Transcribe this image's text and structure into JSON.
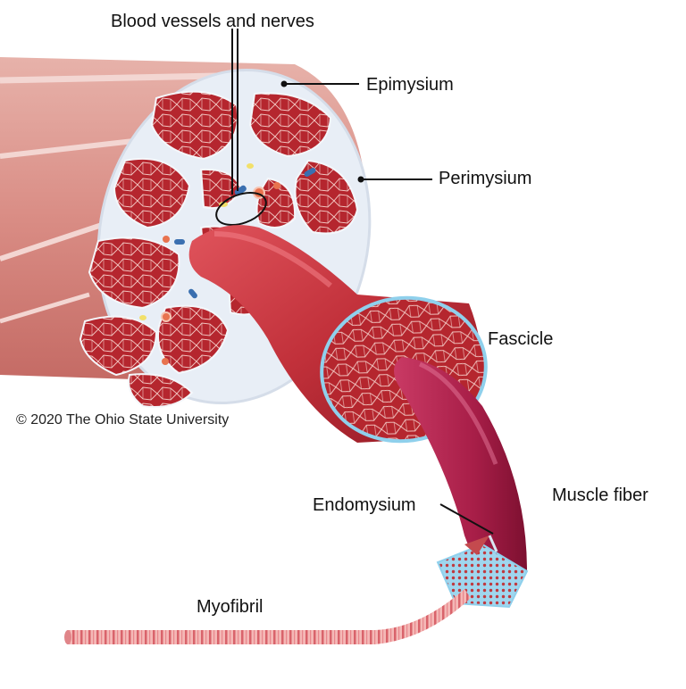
{
  "labels": {
    "blood_vessels": "Blood vessels and nerves",
    "epimysium": "Epimysium",
    "perimysium": "Perimysium",
    "fascicle": "Fascicle",
    "endomysium": "Endomysium",
    "muscle_fiber": "Muscle fiber",
    "myofibril": "Myofibril"
  },
  "copyright": "© 2020 The Ohio State University",
  "colors": {
    "muscle_red": "#c8343a",
    "muscle_dark": "#8e1a22",
    "epimysium_pink": "#e9b3ad",
    "connective_white": "#e8eef6",
    "fiber_magenta": "#b0244a",
    "endomysium_blue": "#8fd0ec",
    "vein_blue": "#3a6fb0",
    "nerve_yellow": "#f2e06a"
  }
}
